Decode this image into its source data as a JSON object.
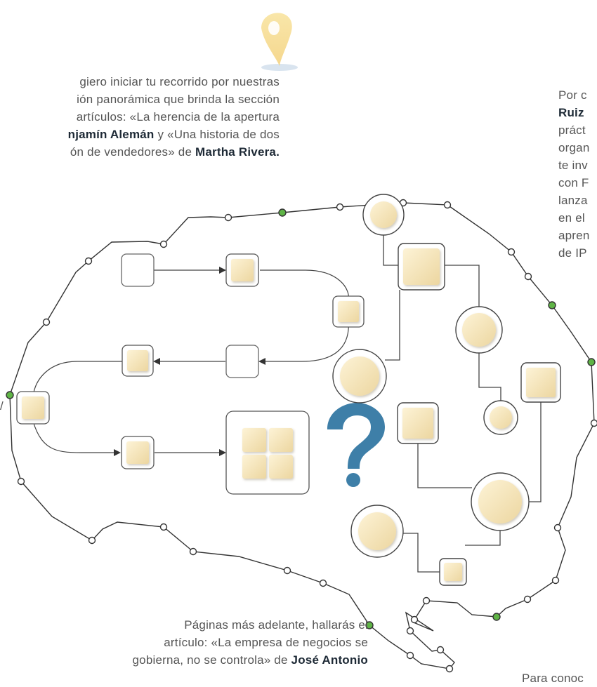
{
  "intro": {
    "line1": "giero iniciar tu recorrido por nuestras",
    "line2": "ión panorámica que brinda la sección",
    "line3": "artículos: «La herencia de la apertura",
    "line4_author": "njamín Alemán",
    "line4_rest": " y «Una historia de dos",
    "line5_text": "ón de vendedores» de ",
    "line5_author": "Martha Rivera."
  },
  "sidebar": {
    "lines": [
      "Por c",
      "Ruiz",
      "práct",
      "organ",
      "te inv",
      "con F",
      "lanza",
      "en el",
      "apren",
      "de IP"
    ]
  },
  "bottom": {
    "line1": "Páginas más adelante, hallarás el",
    "line2": "artículo: «La empresa de negocios se",
    "line3_text": "gobierna, no se controla» de ",
    "line3_author": "José Antonio"
  },
  "cut_text": "Para conoc",
  "cut_left": "/",
  "colors": {
    "accent_blue": "#3e7fa8",
    "node_green": "#4caf50",
    "pin_yellow": "#f4d77e",
    "box_cream": "#f6e6bf",
    "line_dark": "#333333"
  },
  "icons": [
    "map-pin-icon",
    "question-mark-icon"
  ]
}
